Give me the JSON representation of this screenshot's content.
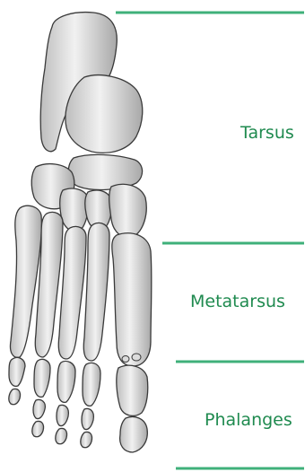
{
  "colors": {
    "divider": "#3fb07a",
    "label_text": "#1f8a4f",
    "bone_fill": "#e9e9e9",
    "bone_shade": "#9a9a9a",
    "bone_outline": "#3a3a3a"
  },
  "regions": [
    {
      "id": "tarsus",
      "label": "Tarsus"
    },
    {
      "id": "metatarsus",
      "label": "Metatarsus"
    },
    {
      "id": "phalanges",
      "label": "Phalanges"
    }
  ]
}
